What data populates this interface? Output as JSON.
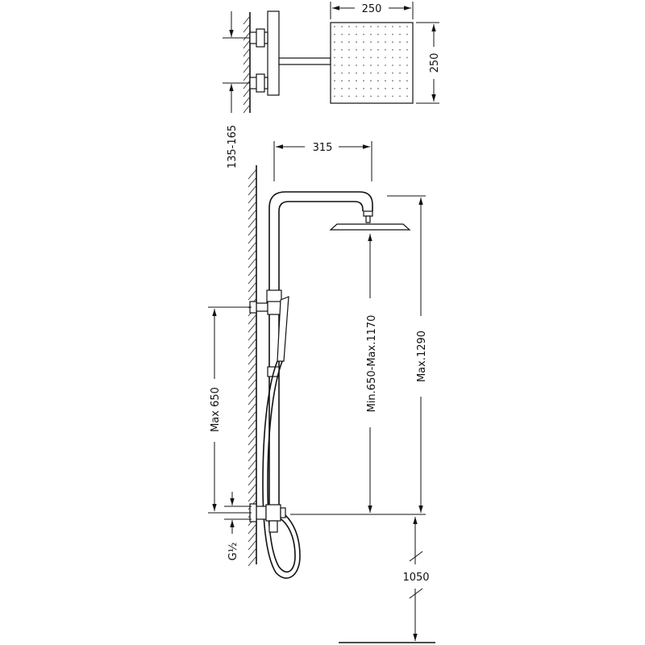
{
  "dimensions": {
    "rain_width": "250",
    "rain_depth": "250",
    "wall_projection": "135-165",
    "arm_reach": "315",
    "outlet_height": "Max 650",
    "connection": "G½",
    "column_height": "Max.1290",
    "head_height_range": "Min.650-Max.1170",
    "floor_height": "1050"
  }
}
